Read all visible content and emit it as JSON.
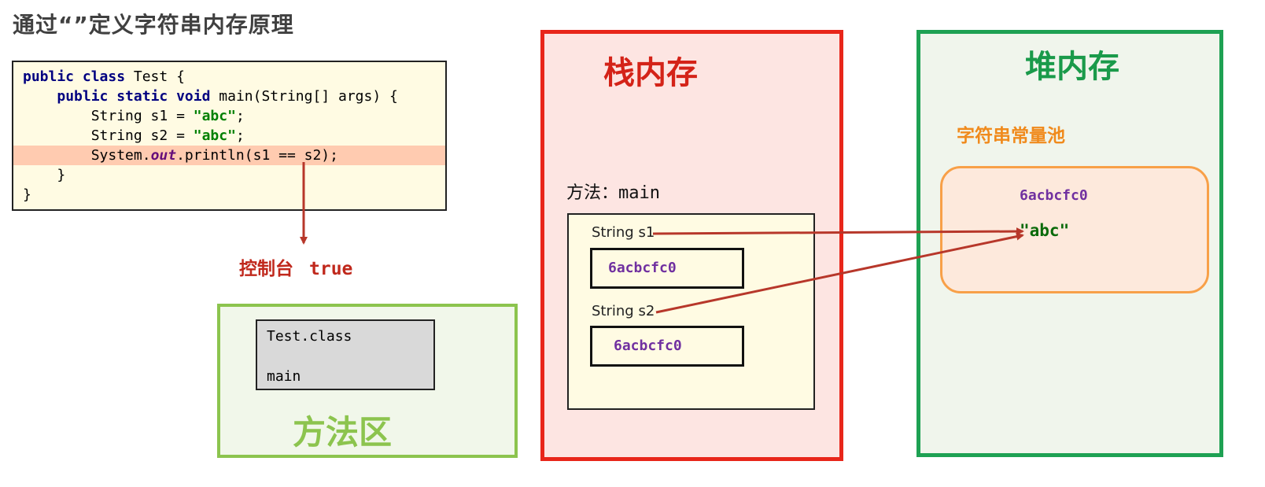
{
  "title": "通过“”定义字符串内存原理",
  "code": {
    "l1": {
      "kw": "public class",
      "rest": " Test {"
    },
    "l2": {
      "indent": "    ",
      "kw": "public static void",
      "rest": " main(String[] args) {"
    },
    "l3": {
      "indent": "        ",
      "pre": "String s1 = ",
      "str": "\"abc\"",
      "post": ";"
    },
    "l4": {
      "indent": "        ",
      "pre": "String s2 = ",
      "str": "\"abc\"",
      "post": ";"
    },
    "l5": {
      "indent": "        ",
      "pre": "System.",
      "field": "out",
      "post": ".println(s1 == s2);"
    },
    "l6": "    }",
    "l7": "}"
  },
  "console": {
    "label": "控制台",
    "value": "true"
  },
  "method_area": {
    "label": "方法区",
    "class_name": "Test.class",
    "method": "main"
  },
  "stack": {
    "label": "栈内存",
    "method_prefix": "方法：",
    "method_name": "main",
    "vars": [
      {
        "label": "String s1",
        "value": "6acbcfc0"
      },
      {
        "label": "String s2",
        "value": "6acbcfc0"
      }
    ]
  },
  "heap": {
    "label": "堆内存",
    "pool_label": "字符串常量池",
    "pool_address": "6acbcfc0",
    "pool_value": "\"abc\""
  },
  "colors": {
    "stack_border": "#e8261a",
    "heap_border": "#1ea153",
    "method_border": "#8cc44e",
    "arrow": "#b7372a",
    "address": "#7030a0"
  }
}
